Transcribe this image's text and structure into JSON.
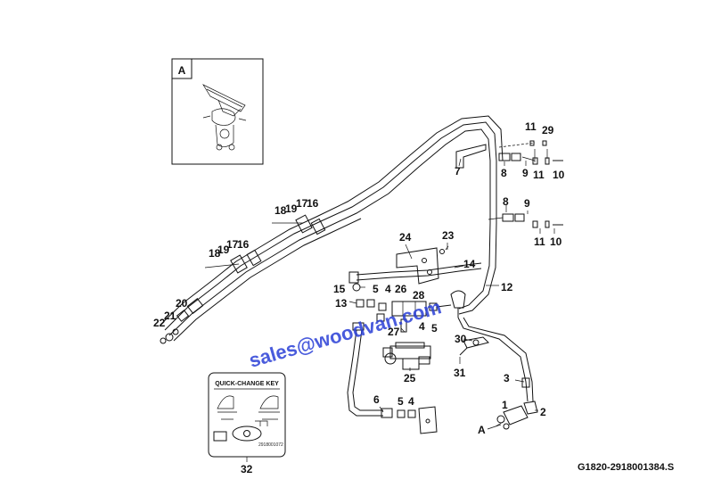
{
  "drawing_code": "G1820-2918001384.S",
  "watermark": "sales@woodvan.com",
  "detail_view": {
    "label": "A"
  },
  "callout_a": "A",
  "key_card": {
    "title": "QUICK-CHANGE KEY",
    "part_number": "2918001072",
    "callout": "32"
  },
  "callouts": {
    "c1": "1",
    "c2": "2",
    "c3": "3",
    "c4a": "4",
    "c4b": "4",
    "c4c": "4",
    "c5a": "5",
    "c5b": "5",
    "c5c": "5",
    "c6": "6",
    "c7": "7",
    "c8a": "8",
    "c8b": "8",
    "c9a": "9",
    "c9b": "9",
    "c10a": "10",
    "c10b": "10",
    "c11a": "11",
    "c11b": "11",
    "c11c": "11",
    "c12": "12",
    "c13": "13",
    "c14": "14",
    "c15": "15",
    "c16a": "16",
    "c16b": "16",
    "c17a": "17",
    "c17b": "17",
    "c18a": "18",
    "c18b": "18",
    "c19a": "19",
    "c19b": "19",
    "c20": "20",
    "c21": "21",
    "c22": "22",
    "c23": "23",
    "c24": "24",
    "c25": "25",
    "c26": "26",
    "c27": "27",
    "c28": "28",
    "c29": "29",
    "c30": "30",
    "c31": "31"
  }
}
